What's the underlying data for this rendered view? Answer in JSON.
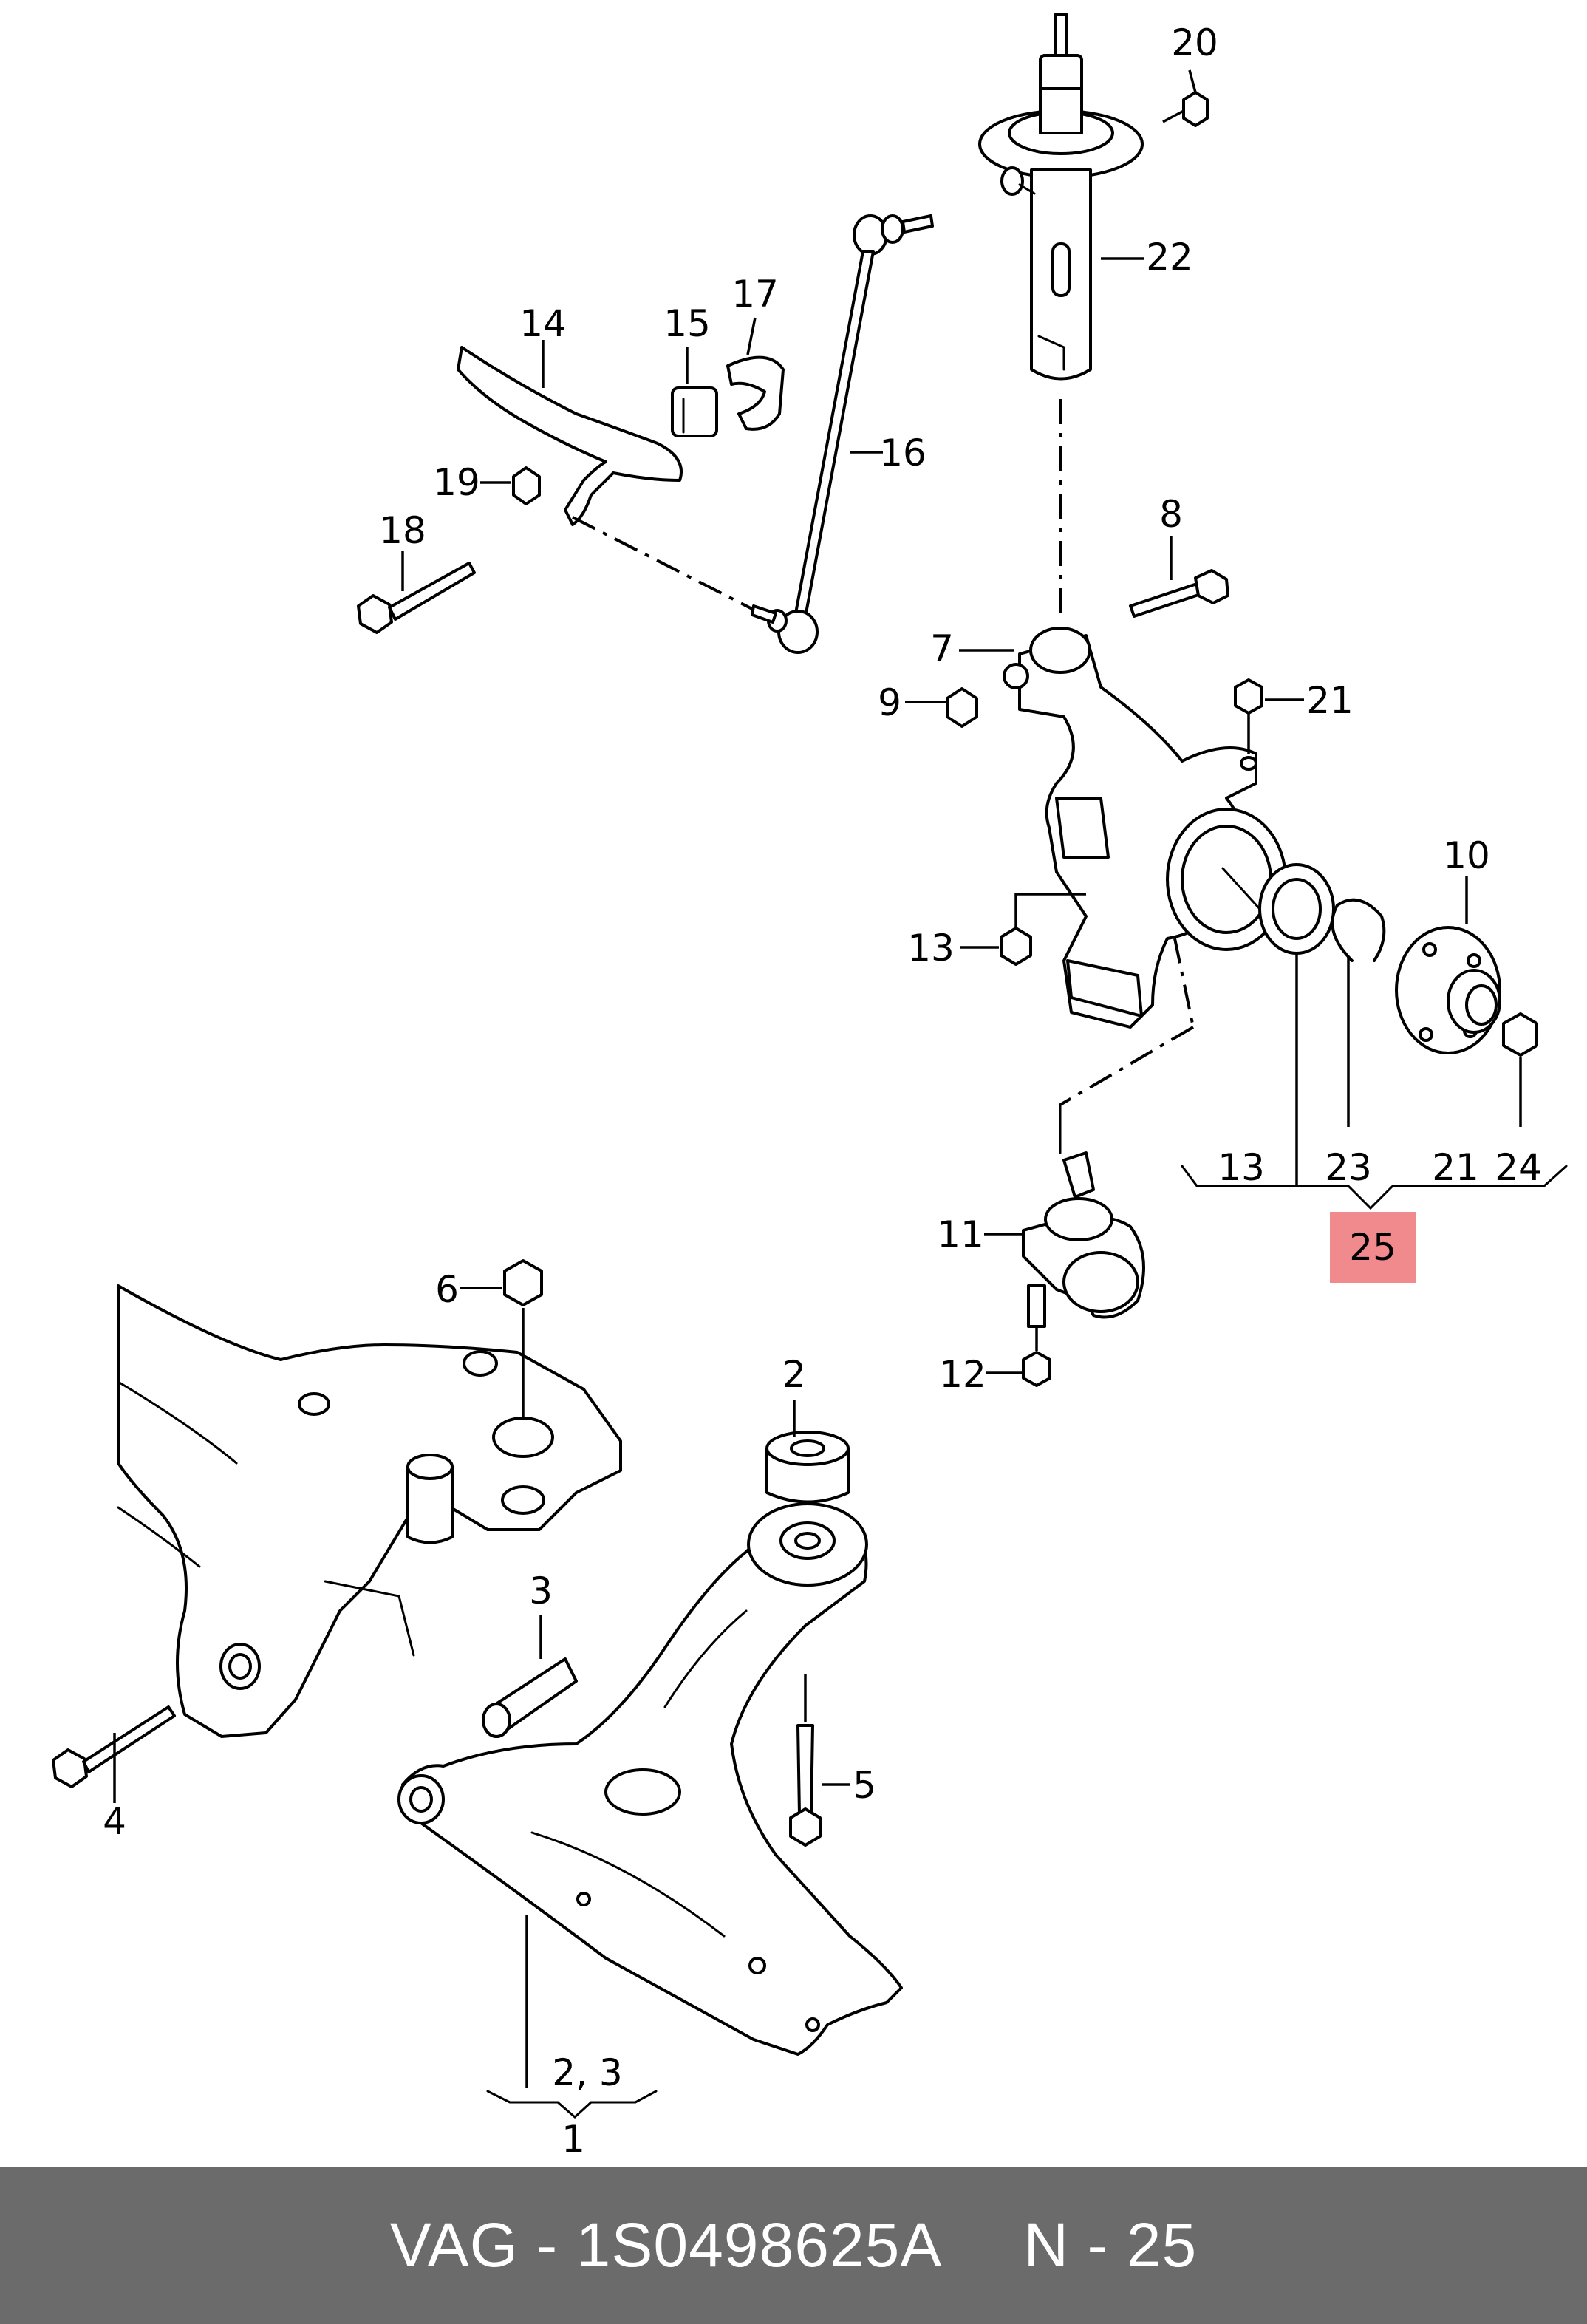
{
  "diagram": {
    "callouts": {
      "c1": "1",
      "c2": "2",
      "c3": "3",
      "c23": "2, 3",
      "c4": "4",
      "c5": "5",
      "c6": "6",
      "c7": "7",
      "c8": "8",
      "c9": "9",
      "c10": "10",
      "c11": "11",
      "c12": "12",
      "c13a": "13",
      "c13b": "13",
      "c14": "14",
      "c15": "15",
      "c16": "16",
      "c17": "17",
      "c18": "18",
      "c19": "19",
      "c20": "20",
      "c21a": "21",
      "c21b": "21",
      "c22": "22",
      "c23b": "23",
      "c24": "24",
      "c25": "25"
    },
    "highlight_color": "#f08a8d"
  },
  "footer": {
    "brand": "VAG",
    "separator": "-",
    "part_number": "1S0498625A",
    "ref_prefix": "N",
    "ref_number": "25",
    "background": "#6b6b6b"
  }
}
